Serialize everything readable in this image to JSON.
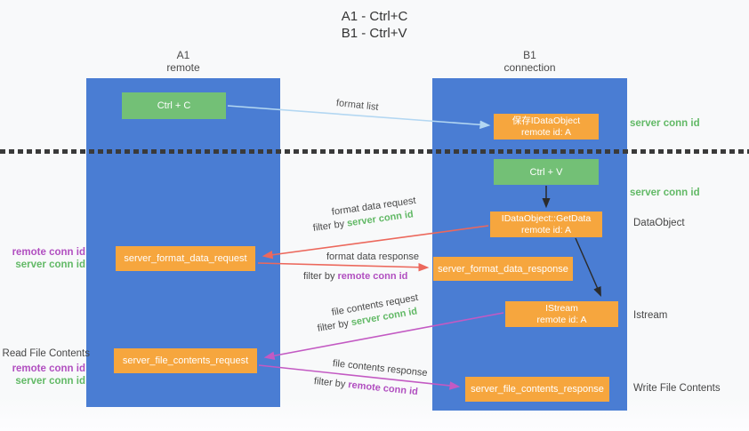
{
  "title": {
    "line1": "A1 - Ctrl+C",
    "line2": "B1 - Ctrl+V"
  },
  "lanes": {
    "left": {
      "title": "A1",
      "subtitle": "remote"
    },
    "right": {
      "title": "B1",
      "subtitle": "connection"
    }
  },
  "boxes": {
    "ctrl_c": {
      "label": "Ctrl + C"
    },
    "ctrl_v": {
      "label": "Ctrl + V"
    },
    "save_dataobject": {
      "line1": "保存IDataObject",
      "line2": "remote id: A"
    },
    "getdata": {
      "line1": "IDataObject::GetData",
      "line2": "remote id: A"
    },
    "istream": {
      "line1": "IStream",
      "line2": "remote id: A"
    },
    "format_request": {
      "label": "server_format_data_request"
    },
    "format_response": {
      "label": "server_format_data_response"
    },
    "file_request": {
      "label": "server_file_contents_request"
    },
    "file_response": {
      "label": "server_file_contents_response"
    }
  },
  "labels": {
    "format_list": "format list",
    "format_data_request": "format data request",
    "format_data_response": "format data response",
    "file_contents_request": "file contents request",
    "file_contents_response": "file contents response",
    "filter_by": "filter by",
    "server_conn_id": "server conn id",
    "remote_conn_id": "remote conn id",
    "dataobject": "DataObject",
    "istream": "Istream",
    "read_file_contents": "Read File Contents",
    "write_file_contents": "Write File Contents"
  },
  "colors": {
    "lane_blue": "#4a7dd3",
    "box_green": "#73c076",
    "box_orange": "#f6a63e",
    "text_green": "#62b966",
    "text_purple": "#b14fc0",
    "arrow_red": "#ec685c",
    "arrow_magenta": "#c35ac3",
    "arrow_lightblue": "#b3d7f2",
    "arrow_black": "#2b2b2b",
    "dotted_line": "#3a3a3a"
  }
}
